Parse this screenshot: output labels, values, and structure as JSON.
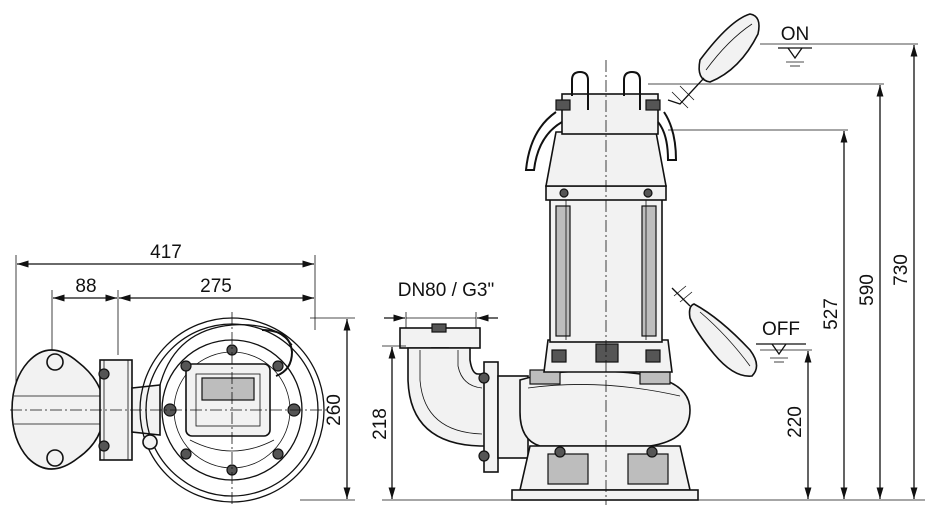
{
  "dimensions": {
    "plan_total_width": "417",
    "plan_outlet_offset": "88",
    "plan_body_width": "275",
    "plan_height": "260",
    "discharge_size": "DN80 / G3\"",
    "outlet_height": "218",
    "float_off_height": "220",
    "body_height": "527",
    "handle_height": "590",
    "float_on_height": "730"
  },
  "labels": {
    "float_on": "ON",
    "float_off": "OFF"
  }
}
